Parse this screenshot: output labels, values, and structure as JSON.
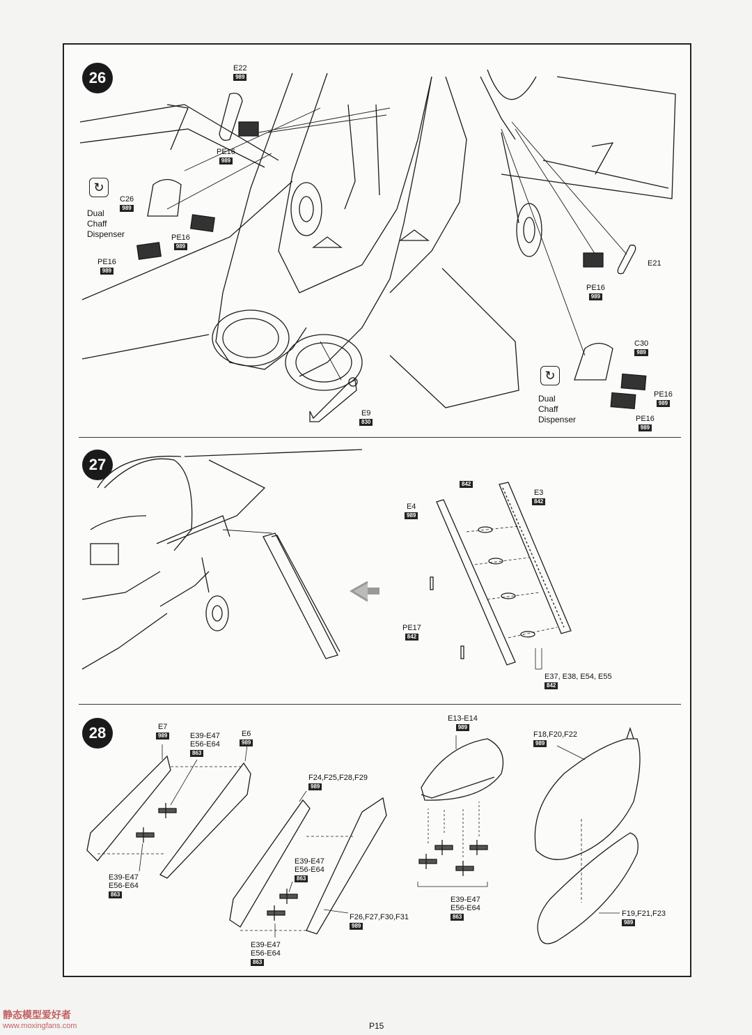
{
  "page_number": "P15",
  "watermark": {
    "site_name": "静态模型爱好者",
    "url": "www.moxingfans.com"
  },
  "steps": [
    {
      "number": "26"
    },
    {
      "number": "27"
    },
    {
      "number": "28"
    }
  ],
  "step26": {
    "note_left": "Dual\nChaff\nDispenser",
    "note_right": "Dual\nChaff\nDispenser",
    "labels": {
      "e22": {
        "part": "E22",
        "code": "989"
      },
      "pe16_a": {
        "part": "PE16",
        "code": "989"
      },
      "c26": {
        "part": "C26",
        "code": "989"
      },
      "pe16_b": {
        "part": "PE16",
        "code": "989"
      },
      "pe16_c": {
        "part": "PE16",
        "code": "989"
      },
      "e21": {
        "part": "E21"
      },
      "pe16_d": {
        "part": "PE16",
        "code": "989"
      },
      "c30": {
        "part": "C30",
        "code": "989"
      },
      "pe16_e": {
        "part": "PE16",
        "code": "989"
      },
      "pe16_f": {
        "part": "PE16",
        "code": "989"
      },
      "e9": {
        "part": "E9",
        "code": "830"
      }
    }
  },
  "step27": {
    "labels": {
      "code_842_top": {
        "code": "842"
      },
      "e4": {
        "part": "E4",
        "code": "989"
      },
      "e3": {
        "part": "E3",
        "code": "842"
      },
      "pe17": {
        "part": "PE17",
        "code": "842"
      },
      "e37": {
        "part": "E37, E38, E54, E55",
        "code": "842"
      }
    }
  },
  "step28": {
    "labels": {
      "e7": {
        "part": "E7",
        "code": "989"
      },
      "e39_a": {
        "part": "E39-E47",
        "part2": "E56-E64",
        "code": "863"
      },
      "e6": {
        "part": "E6",
        "code": "989"
      },
      "e39_b": {
        "part": "E39-E47",
        "part2": "E56-E64",
        "code": "863"
      },
      "f24": {
        "part": "F24,F25,F28,F29",
        "code": "989"
      },
      "e39_c": {
        "part": "E39-E47",
        "part2": "E56-E64",
        "code": "863"
      },
      "f26": {
        "part": "F26,F27,F30,F31",
        "code": "989"
      },
      "e39_d": {
        "part": "E39-E47",
        "part2": "E56-E64",
        "code": "863"
      },
      "e13": {
        "part": "E13-E14",
        "code": "989"
      },
      "e39_e": {
        "part": "E39-E47",
        "part2": "E56-E64",
        "code": "863"
      },
      "f18": {
        "part": "F18,F20,F22",
        "code": "989"
      },
      "f19": {
        "part": "F19,F21,F23",
        "code": "989"
      }
    }
  }
}
